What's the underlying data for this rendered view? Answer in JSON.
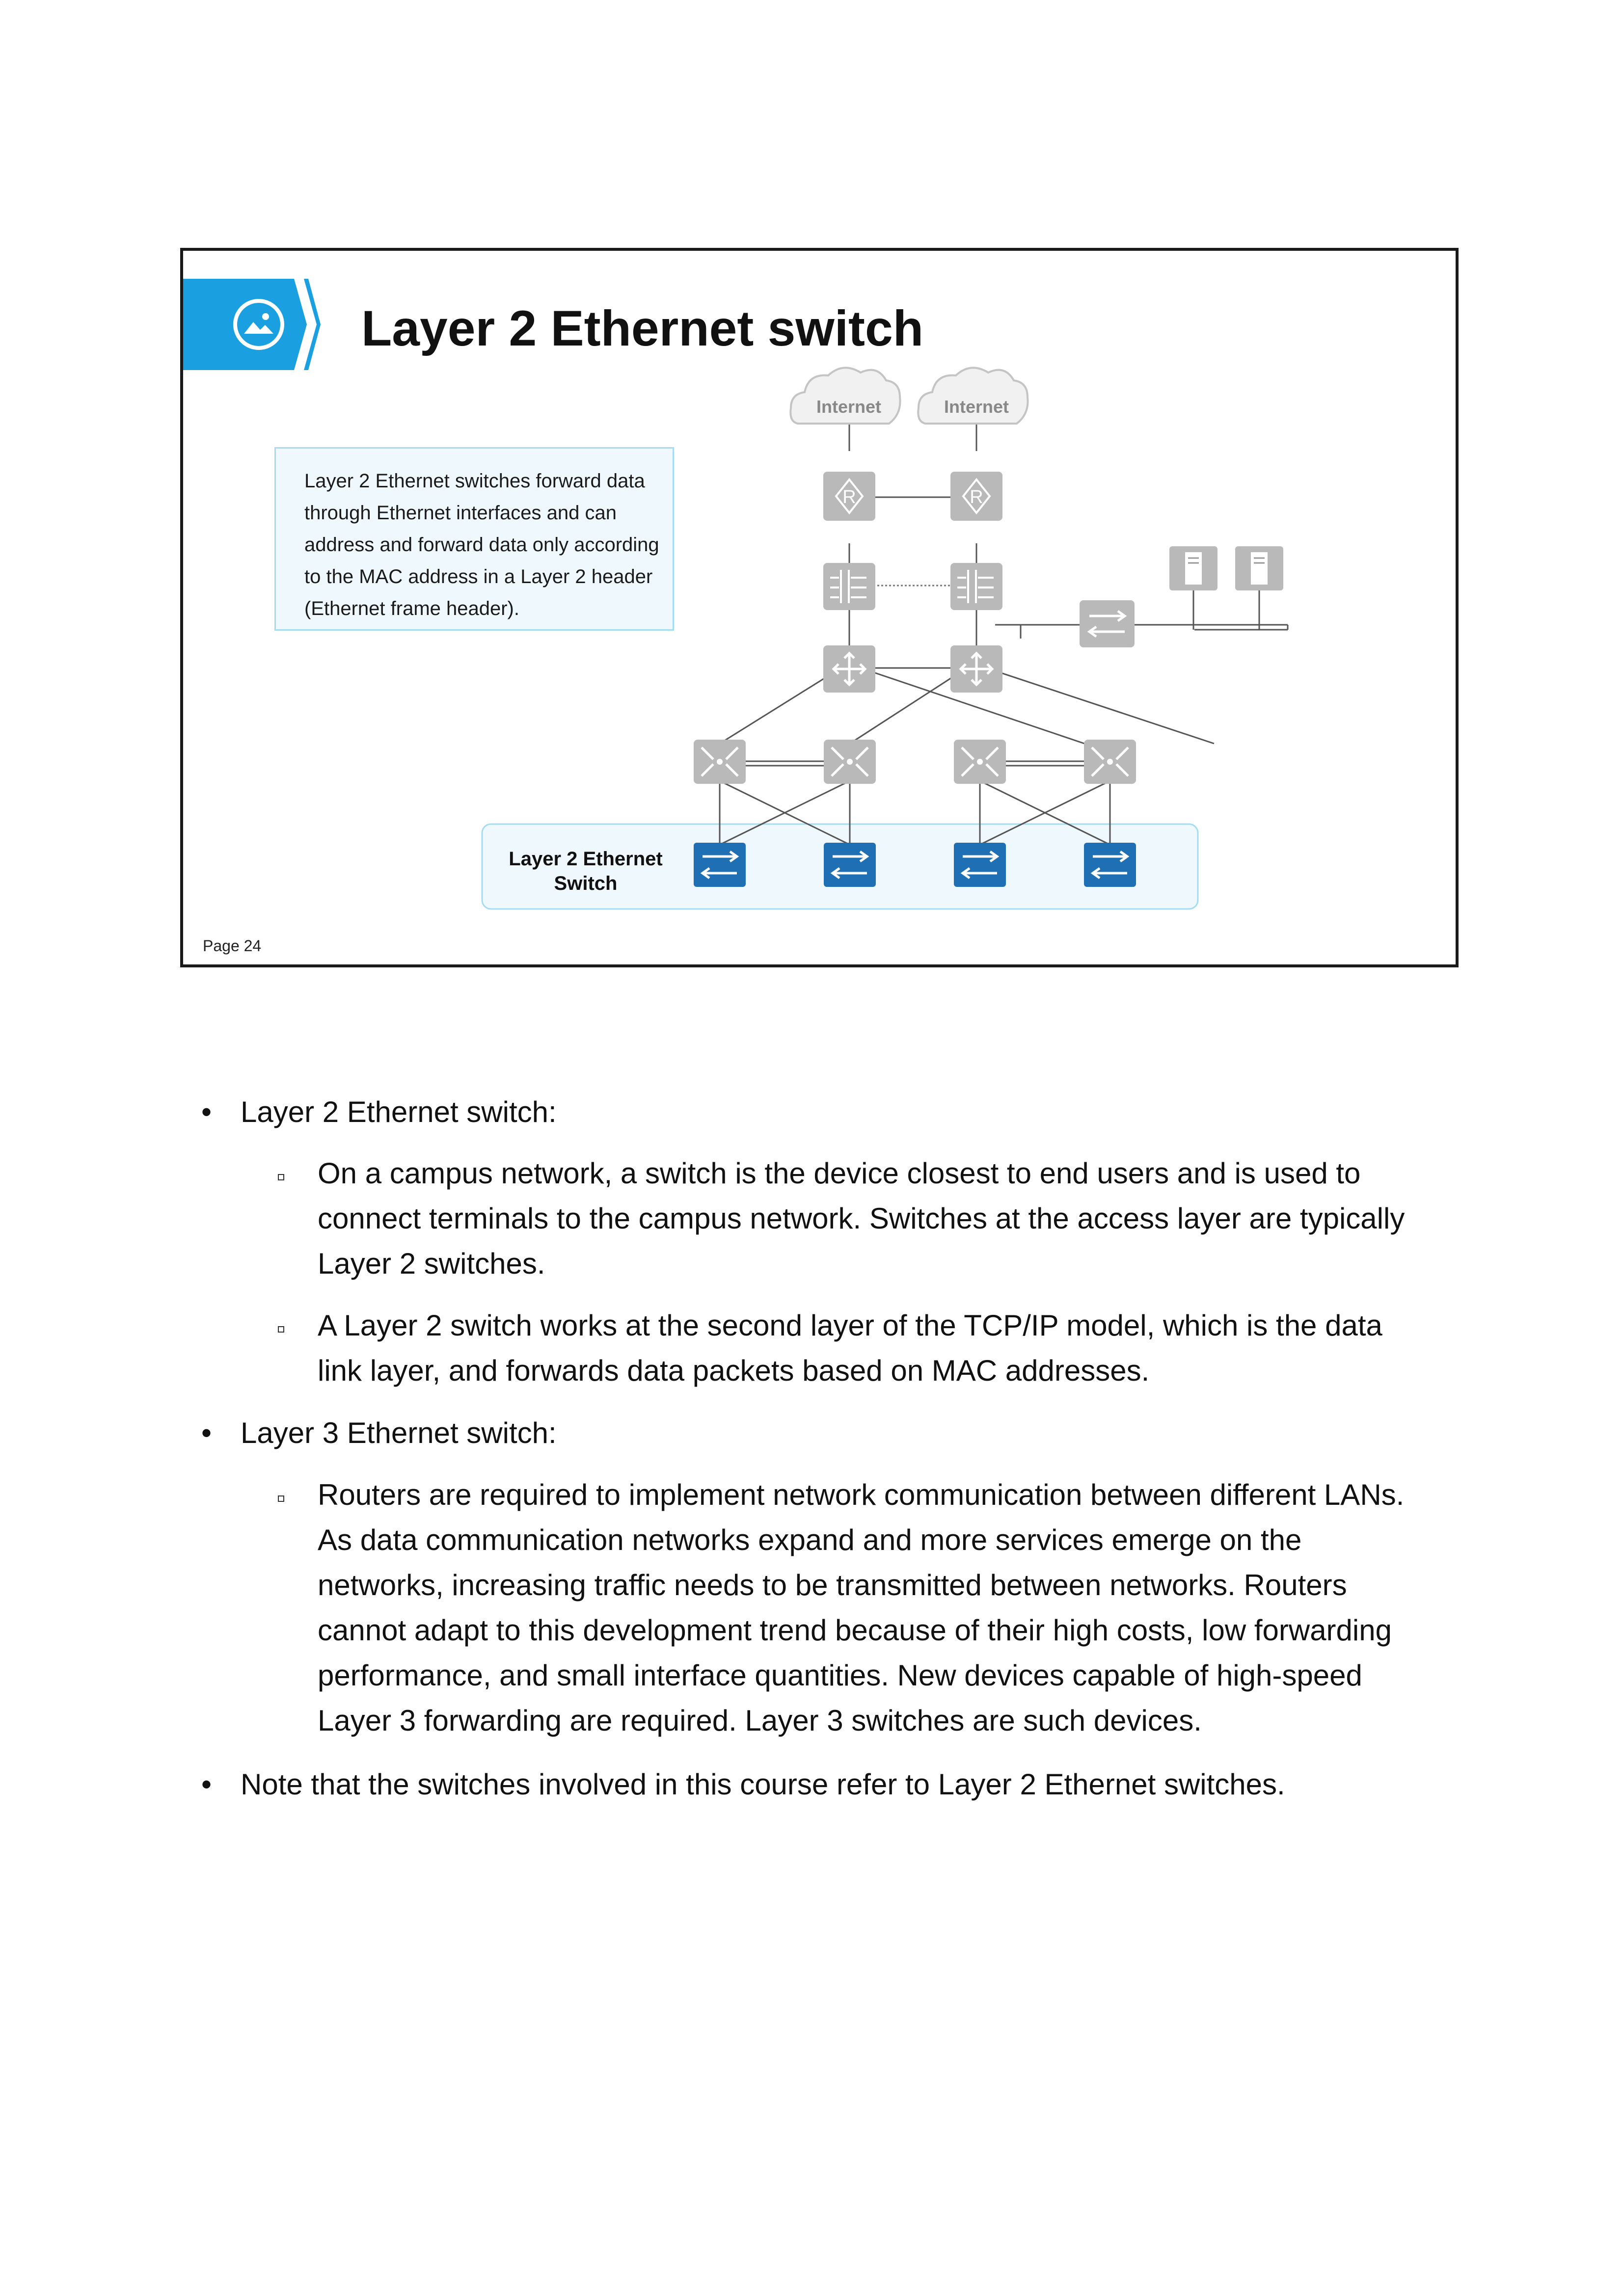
{
  "slide": {
    "title": "Layer 2 Ethernet switch",
    "callout_lines": [
      "Layer 2 Ethernet switches forward data",
      "through Ethernet interfaces and can",
      "address and forward data only according",
      "to the MAC address in a Layer 2 header",
      "(Ethernet frame header)."
    ],
    "page": "Page 24",
    "banner_icon": "image-icon",
    "accent_color": "#1aa0e0"
  },
  "diagram": {
    "cloud1": "Internet",
    "cloud2": "Internet",
    "l2_label_line1": "Layer 2 Ethernet",
    "l2_label_line2": "Switch",
    "device_gray": "#b9b9b9",
    "device_blue": "#1f6fb5"
  },
  "notes": {
    "b1": "Layer 2 Ethernet switch:",
    "b1_s1": [
      "On a campus network, a switch is the device closest to end users and is used to",
      "connect terminals to the campus network. Switches at the access layer are typically",
      "Layer 2 switches."
    ],
    "b1_s2": [
      "A Layer 2 switch works at the second layer of the TCP/IP model, which is the data",
      "link layer, and forwards data packets based on MAC addresses."
    ],
    "b2": "Layer 3 Ethernet switch:",
    "b2_s1": [
      "Routers are required to implement network communication between different LANs.",
      "As data communication networks expand and more services emerge on the",
      "networks, increasing traffic needs to be transmitted between networks. Routers",
      "cannot adapt to this development trend because of their high costs, low forwarding",
      "performance, and small interface quantities. New devices capable of high-speed",
      "Layer 3 forwarding are required. Layer 3 switches are such devices."
    ],
    "b3": "Note that the switches involved in this course refer to Layer 2 Ethernet switches."
  }
}
